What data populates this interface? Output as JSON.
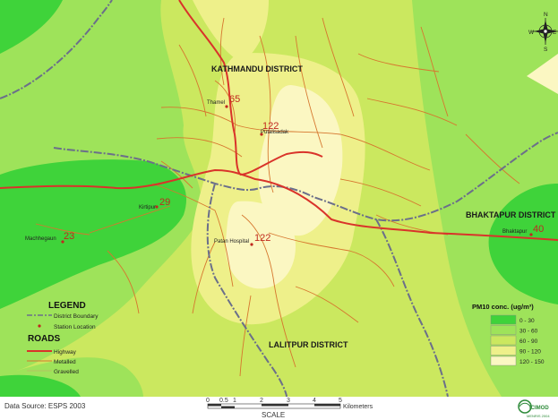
{
  "districts": {
    "kathmandu": "KATHMANDU DISTRICT",
    "bhaktapur": "BHAKTAPUR DISTRICT",
    "lalitpur": "LALITPUR DISTRICT"
  },
  "stations": [
    {
      "name": "Thamel",
      "value": "65"
    },
    {
      "name": "Putalisadak",
      "value": "122"
    },
    {
      "name": "Kirtipur",
      "value": "29"
    },
    {
      "name": "Machhegaun",
      "value": "23"
    },
    {
      "name": "Patan Hospital",
      "value": "122"
    },
    {
      "name": "Bhaktapur",
      "value": "40"
    }
  ],
  "legend": {
    "title": "LEGEND",
    "district_boundary": "District Boundary",
    "station_location": "Station Location",
    "roads_title": "ROADS",
    "highway": "Highway",
    "metalled": "Metalled",
    "gravelled": "Gravelled"
  },
  "pm10": {
    "title": "PM10 conc. (ug/m³)",
    "classes": [
      {
        "label": "0 - 30",
        "color": "#3fd33a"
      },
      {
        "label": "30 - 60",
        "color": "#9ee35a"
      },
      {
        "label": "60 - 90",
        "color": "#cbe85f"
      },
      {
        "label": "90 - 120",
        "color": "#eef08a"
      },
      {
        "label": "120 - 150",
        "color": "#fbf7c2"
      }
    ]
  },
  "scale": {
    "ticks": [
      "0",
      "0.5",
      "1",
      "2",
      "3",
      "4",
      "5"
    ],
    "unit": "Kilometers",
    "label": "SCALE"
  },
  "source": "Data Source: ESPS 2003",
  "compass": {
    "n": "N",
    "e": "E",
    "s": "S",
    "w": "W"
  },
  "logo": {
    "name": "ICIMOD",
    "sub": "MENRIS 2004"
  }
}
